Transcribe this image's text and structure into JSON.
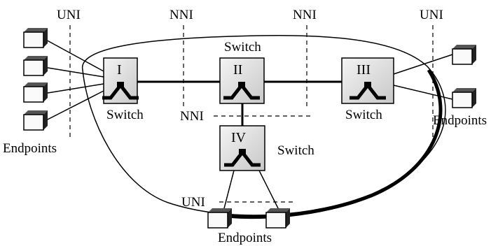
{
  "interface_labels": {
    "uni_left": "UNI",
    "nni_left": "NNI",
    "nni_right": "NNI",
    "uni_right": "UNI",
    "nni_middle": "NNI",
    "uni_bottom": "UNI"
  },
  "switches": {
    "s1": {
      "roman": "I",
      "caption": "Switch"
    },
    "s2": {
      "roman": "II",
      "caption": "Switch"
    },
    "s3": {
      "roman": "III",
      "caption": "Switch"
    },
    "s4": {
      "roman": "IV",
      "caption": "Switch"
    }
  },
  "endpoint_labels": {
    "left": "Endpoints",
    "right": "Endpoints",
    "bottom": "Endpoints"
  }
}
